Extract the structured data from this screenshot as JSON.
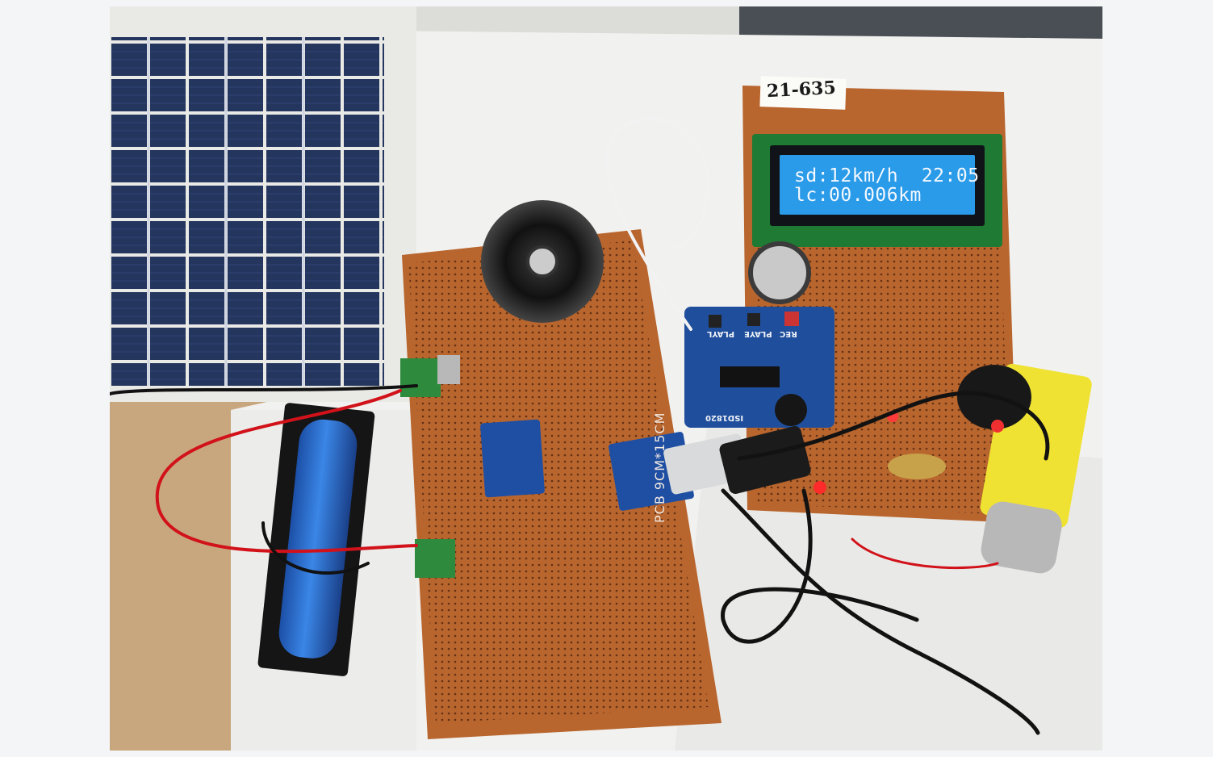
{
  "photo": {
    "lcd": {
      "line1": "sd:12km/h  22:05",
      "line2": "lc:00.006km"
    },
    "handwritten_label": "21-635",
    "module_label": "ISD1820",
    "module_buttons": [
      "PLAYL",
      "PLAYE",
      "REC"
    ],
    "board_size_label": "PCB 9CM*15CM",
    "colors": {
      "lcd_background": "#2a9be8",
      "pcb": "#b8652e",
      "solar_cell": "#25365f",
      "battery": "#2a68c8"
    }
  }
}
